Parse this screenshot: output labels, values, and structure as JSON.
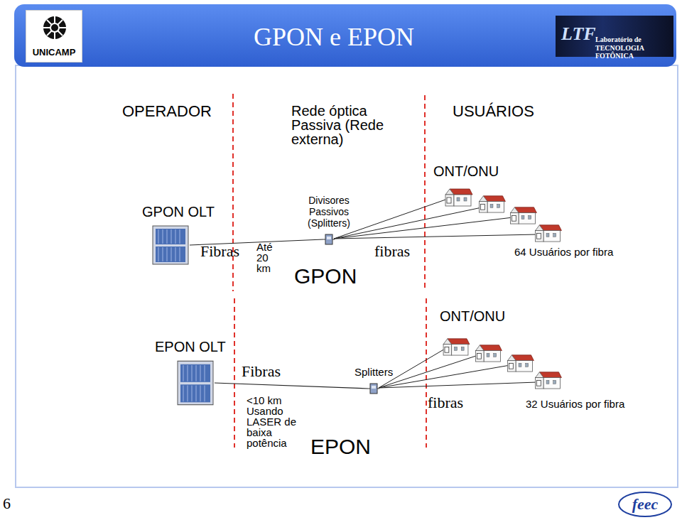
{
  "diagram": {
    "title": "GPON e EPON",
    "nodes": [
      {
        "text": [
          "UNICAMP"
        ]
      },
      {
        "text": [
          "LTF",
          "Laboratório de TECNOLOGIA FOTÔNICA"
        ]
      },
      {
        "text": [
          "GPON OLT"
        ]
      },
      {
        "text": [
          "Divisores Passivos (Splitters)"
        ]
      },
      {
        "text": [
          "EPON OLT"
        ]
      },
      {
        "text": [
          "Splitters"
        ]
      },
      {
        "text": [
          "feec"
        ]
      }
    ],
    "edges": [
      {
        "from": 2,
        "to": 3,
        "arrow": "none",
        "label": "Fibras"
      },
      {
        "from": 4,
        "to": 5,
        "arrow": "none",
        "label": "Fibras"
      }
    ],
    "labels": [
      "OPERADOR",
      "Rede óptica Passiva (Rede externa)",
      "USUÁRIOS",
      "ONT/ONU",
      "Até 20 km",
      "GPON",
      "fibras",
      "64 Usuários por fibra",
      "ONT/ONU",
      "<10 km Usando LASER de baixa potência",
      "EPON",
      "fibras",
      "32 Usuários por fibra",
      "6"
    ]
  }
}
